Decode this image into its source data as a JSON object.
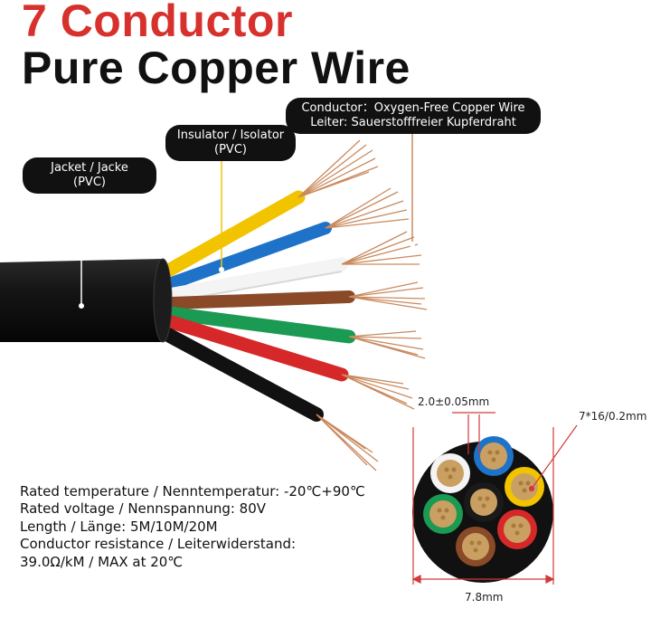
{
  "title": {
    "line1": "7 Conductor",
    "line2": "Pure Copper Wire"
  },
  "callouts": {
    "jacket": [
      "Jacket / Jacke",
      "(PVC)"
    ],
    "insulator": [
      "Insulator / Isolator",
      "(PVC)"
    ],
    "conductor": [
      "Conductor：Oxygen-Free Copper Wire",
      "Leiter: Sauerstofffreier Kupferdraht"
    ]
  },
  "specs": [
    "Rated temperature / Nenntemperatur: -20℃+90℃",
    "Rated voltage / Nennspannung: 80V",
    "Length / Länge: 5M/10M/20M",
    "Conductor resistance / Leiterwiderstand:",
    "39.0Ω/kM / MAX at 20℃"
  ],
  "dimensions": {
    "insulation_thickness": "2.0±0.05mm",
    "strand_spec": "7*16/0.2mm",
    "outer_diameter": "7.8mm"
  },
  "colors": {
    "title_accent": "#d7312d",
    "copper": "#c98a5e",
    "wires": [
      "#f2c400",
      "#1e73c8",
      "#f4f4f4",
      "#8a4a28",
      "#1a9a52",
      "#d62828",
      "#111111"
    ],
    "dimension_line": "#d23a3a"
  }
}
